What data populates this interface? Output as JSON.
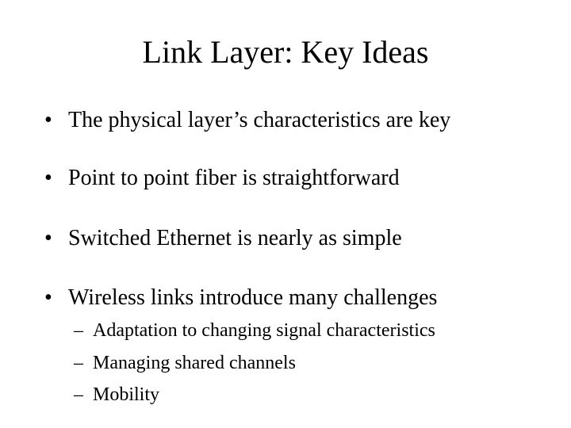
{
  "slide": {
    "title": "Link Layer: Key Ideas",
    "bullet_marker": "•",
    "sub_marker": "–",
    "bullets": [
      "The physical layer’s characteristics are key",
      "Point to point fiber is straightforward",
      "Switched Ethernet is nearly as simple",
      "Wireless links introduce many challenges"
    ],
    "sub_bullets": [
      "Adaptation to changing signal characteristics",
      "Managing shared channels",
      "Mobility"
    ]
  }
}
